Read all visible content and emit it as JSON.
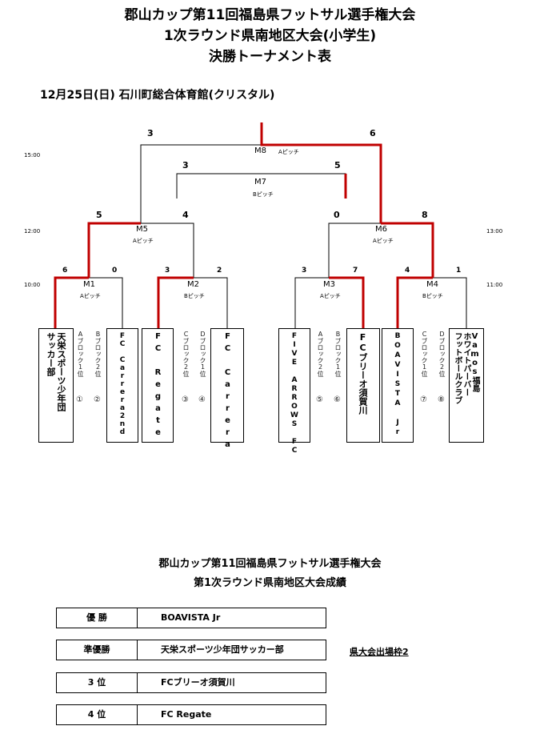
{
  "header": {
    "title_line1": "郡山カップ第11回福島県フットサル選手権大会",
    "title_line2": "1次ラウンド県南地区大会(小学生)",
    "title_line3": "決勝トーナメント表",
    "date_venue": "12月25日(日)  石川町総合体育館(クリスタル)"
  },
  "times": {
    "t1500": "15:00",
    "t1200": "12:00",
    "t1300": "13:00",
    "t1000": "10:00",
    "t1100": "11:00"
  },
  "matches": {
    "M8": {
      "label": "M8",
      "pitch": "Aピッチ",
      "score_left": "3",
      "score_right": "6"
    },
    "M7": {
      "label": "M7",
      "pitch": "Bピッチ",
      "score_left": "3",
      "score_right": "5"
    },
    "M5": {
      "label": "M5",
      "pitch": "Aピッチ",
      "score_left": "5",
      "score_right": "4"
    },
    "M6": {
      "label": "M6",
      "pitch": "Aピッチ",
      "score_left": "0",
      "score_right": "8"
    },
    "M1": {
      "label": "M1",
      "pitch": "Aピッチ",
      "score_left": "6",
      "score_right": "0"
    },
    "M2": {
      "label": "M2",
      "pitch": "Bピッチ",
      "score_left": "3",
      "score_right": "2"
    },
    "M3": {
      "label": "M3",
      "pitch": "Aピッチ",
      "score_left": "3",
      "score_right": "7"
    },
    "M4": {
      "label": "M4",
      "pitch": "Bピッチ",
      "score_left": "4",
      "score_right": "1"
    }
  },
  "teams": [
    {
      "name": "天栄スポーツ少年団\nサッカー部"
    },
    {
      "name": "FC Carrera2nd"
    },
    {
      "name": "FC Regate"
    },
    {
      "name": "FC Carrera"
    },
    {
      "name": "FIVE ARROWS FC"
    },
    {
      "name": "FCブリーオ須賀川"
    },
    {
      "name": "BOAVISTA Jr"
    },
    {
      "name": "Vamos福島\nホワイトパーバー\nフットボールクラブ"
    }
  ],
  "seeds": [
    {
      "label": "Aブロック1位",
      "num": "①"
    },
    {
      "label": "Bブロック2位",
      "num": "②"
    },
    {
      "label": "Cブロック2位",
      "num": "③"
    },
    {
      "label": "Dブロック1位",
      "num": "④"
    },
    {
      "label": "Aブロック2位",
      "num": "⑤"
    },
    {
      "label": "Bブロック1位",
      "num": "⑥"
    },
    {
      "label": "Cブロック1位",
      "num": "⑦"
    },
    {
      "label": "Dブロック2位",
      "num": "⑧"
    }
  ],
  "results": {
    "title_line1": "郡山カップ第11回福島県フットサル選手権大会",
    "title_line2": "第1次ラウンド県南地区大会成績",
    "rows": [
      {
        "rank": "優  勝",
        "name": "BOAVISTA Jr"
      },
      {
        "rank": "準優勝",
        "name": "天栄スポーツ少年団サッカー部"
      },
      {
        "rank": "3  位",
        "name": "FCブリーオ須賀川"
      },
      {
        "rank": "4  位",
        "name": "FC  Regate"
      }
    ],
    "note": "県大会出場枠2"
  },
  "colors": {
    "win_line": "#c00000",
    "line": "#000000"
  }
}
